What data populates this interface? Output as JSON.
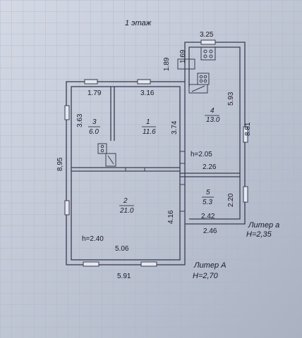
{
  "floor_title": "1 этаж",
  "dims": {
    "top_325": "3.25",
    "v_189": "1.89",
    "v_169": "1.69",
    "d_179": "1.79",
    "d_316": "3.16",
    "d_593": "5.93",
    "d_363": "3.63",
    "d_374": "3.74",
    "d_881": "8.81",
    "d_895": "8,95",
    "d_226": "2.26",
    "d_220": "2.20",
    "d_242": "2.42",
    "d_246": "2.46",
    "d_416": "4.16",
    "d_506": "5.06",
    "d_591": "5.91"
  },
  "rooms": [
    {
      "num": "3",
      "area": "6.0"
    },
    {
      "num": "1",
      "area": "11.6"
    },
    {
      "num": "4",
      "area": "13.0"
    },
    {
      "num": "2",
      "area": "21.0"
    },
    {
      "num": "5",
      "area": "5.3"
    }
  ],
  "heights": {
    "h_205": "h=2.05",
    "h_240": "h=2.40"
  },
  "liters": {
    "a_name": "Литер а",
    "a_h": "H=2,35",
    "A_name": "Литер А",
    "A_h": "H=2,70"
  }
}
